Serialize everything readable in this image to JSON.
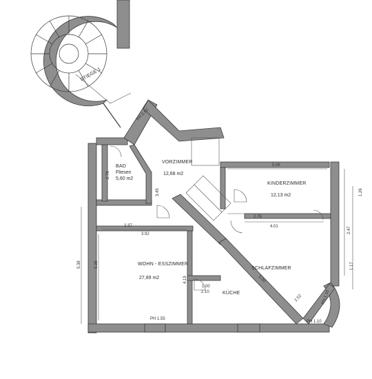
{
  "rooms": {
    "bad": {
      "name": "BAD",
      "sub": "Fliesen",
      "area": "5,60 m2"
    },
    "vorzimmer": {
      "name": "VORZIMMER",
      "area": "12,68 m2"
    },
    "kinderzimmer": {
      "name": "KINDERZIMMER",
      "area": "12,13 m2"
    },
    "wohn": {
      "name": "WOHN - ESSZIMMER",
      "area": "27,89 m2"
    },
    "schlafzimmer": {
      "name": "SCHLAFZIMMER"
    },
    "kueche": {
      "name": "KÜCHE"
    }
  },
  "stair": {
    "label": "STIEGE 1"
  },
  "dimensions": {
    "d_506": "5.06",
    "d_276a": "2.76",
    "d_276b": "2.76",
    "d_237": "2.37",
    "d_392": "3.92",
    "d_538": "5.38",
    "d_536": "5.36",
    "d_500": "5.00",
    "d_252": "2.52",
    "d_401": "4.01",
    "d_419": "4.19",
    "d_345": "3.45",
    "d_126": "1.26",
    "d_247": "2.47",
    "d_117": "1.17",
    "d_210": "2.10",
    "d_100": "1.00"
  },
  "annotations": {
    "rh_vor": "RH 2,62",
    "ph_wohn": "PH 1.55",
    "ph_schlaf": "PH 1.10",
    "ph_erker": "PH 1.10"
  }
}
